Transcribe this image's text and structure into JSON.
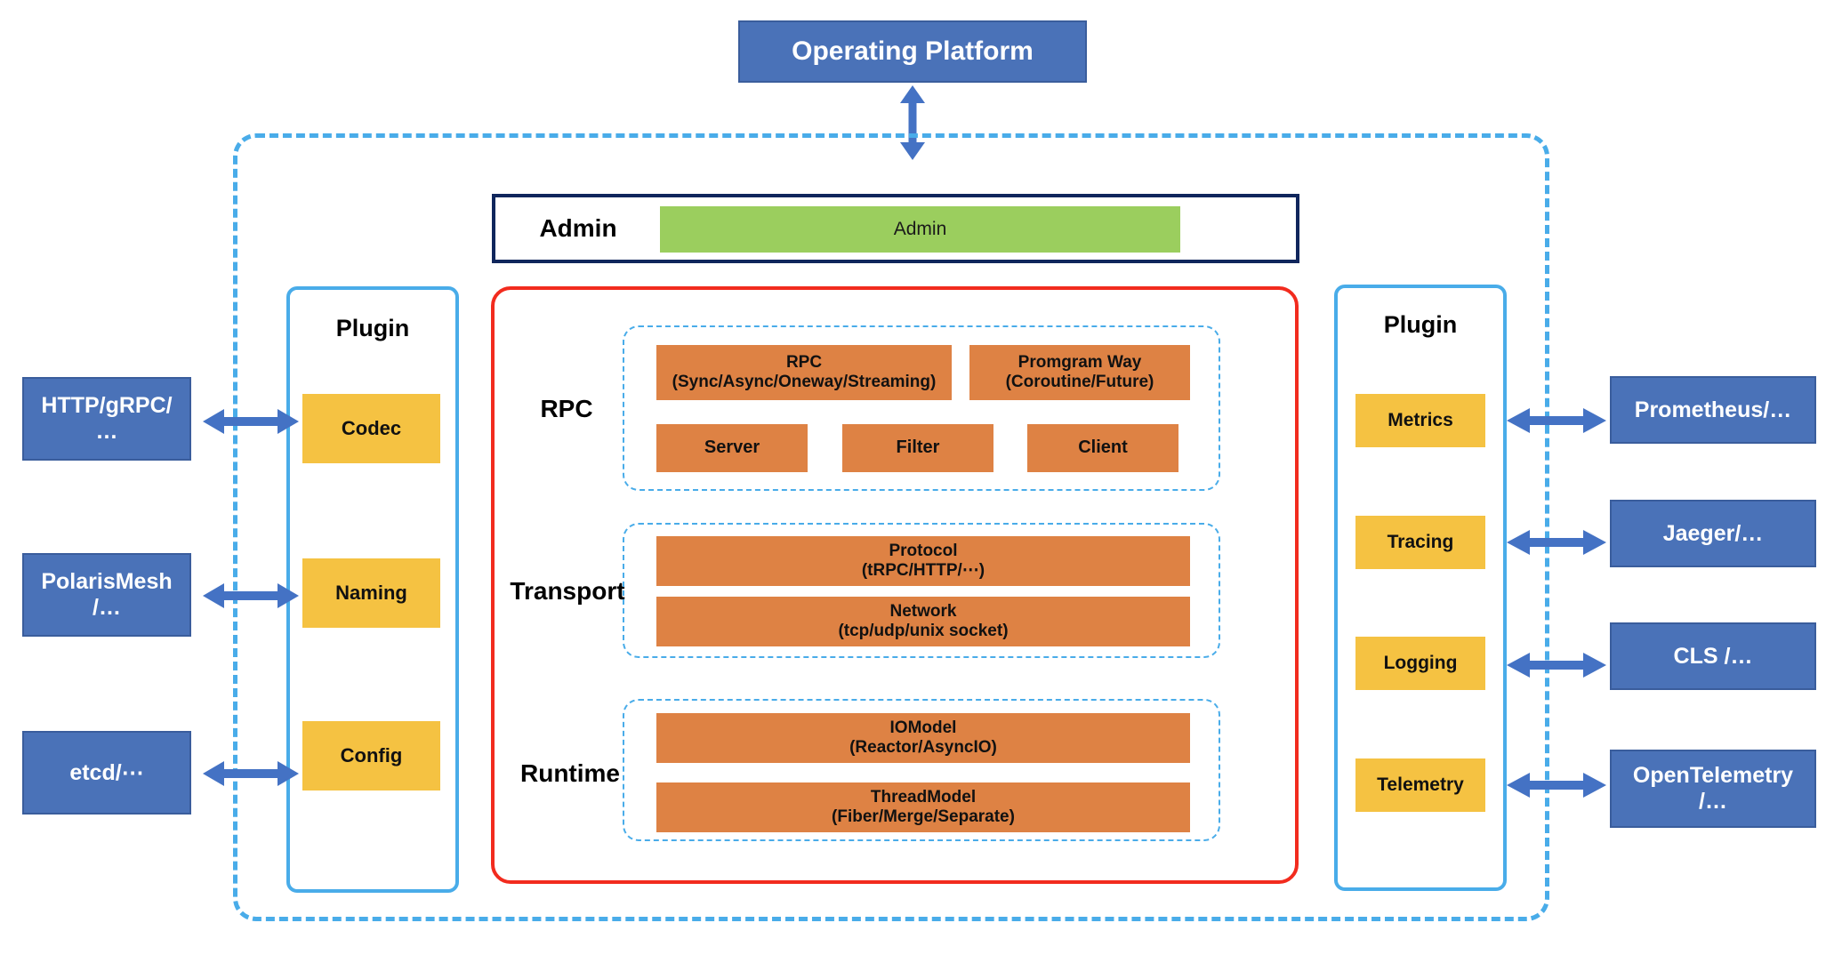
{
  "diagram": {
    "title": "Operating Platform",
    "accent_colors": {
      "external_blue": "#4A72B8",
      "boundary_blue": "#49ACE9",
      "core_red": "#F22B1E",
      "admin_navy": "#10265C",
      "admin_green": "#9BCE5E",
      "tile_orange": "#DE8244",
      "tile_yellow": "#F5C242",
      "arrow_blue": "#4472C4"
    }
  },
  "top": {
    "operating_platform": "Operating Platform"
  },
  "admin": {
    "label": "Admin",
    "tile": "Admin"
  },
  "core": {
    "rows": [
      {
        "label": "RPC",
        "tiles_top": [
          {
            "line1": "RPC",
            "line2": "(Sync/Async/Oneway/Streaming)"
          },
          {
            "line1": "Promgram Way",
            "line2": "(Coroutine/Future)"
          }
        ],
        "tiles_bottom": [
          {
            "line1": "Server",
            "line2": ""
          },
          {
            "line1": "Filter",
            "line2": ""
          },
          {
            "line1": "Client",
            "line2": ""
          }
        ]
      },
      {
        "label": "Transport",
        "tiles_top": [
          {
            "line1": "Protocol",
            "line2": "(tRPC/HTTP/⋯)"
          }
        ],
        "tiles_bottom": [
          {
            "line1": "Network",
            "line2": "(tcp/udp/unix socket)"
          }
        ]
      },
      {
        "label": "Runtime",
        "tiles_top": [
          {
            "line1": "IOModel",
            "line2": "(Reactor/AsyncIO)"
          }
        ],
        "tiles_bottom": [
          {
            "line1": "ThreadModel",
            "line2": "(Fiber/Merge/Separate)"
          }
        ]
      }
    ]
  },
  "left_plugin": {
    "title": "Plugin",
    "items": [
      {
        "label": "Codec"
      },
      {
        "label": "Naming"
      },
      {
        "label": "Config"
      }
    ]
  },
  "right_plugin": {
    "title": "Plugin",
    "items": [
      {
        "label": "Metrics"
      },
      {
        "label": "Tracing"
      },
      {
        "label": "Logging"
      },
      {
        "label": "Telemetry"
      }
    ]
  },
  "left_external": [
    {
      "line1": "HTTP/gRPC/",
      "line2": "…"
    },
    {
      "line1": "PolarisMesh",
      "line2": "/…"
    },
    {
      "line1": "etcd/⋯",
      "line2": ""
    }
  ],
  "right_external": [
    {
      "line1": "Prometheus/…",
      "line2": ""
    },
    {
      "line1": "Jaeger/…",
      "line2": ""
    },
    {
      "line1": "CLS /…",
      "line2": ""
    },
    {
      "line1": "OpenTelemetry",
      "line2": "/…"
    }
  ]
}
